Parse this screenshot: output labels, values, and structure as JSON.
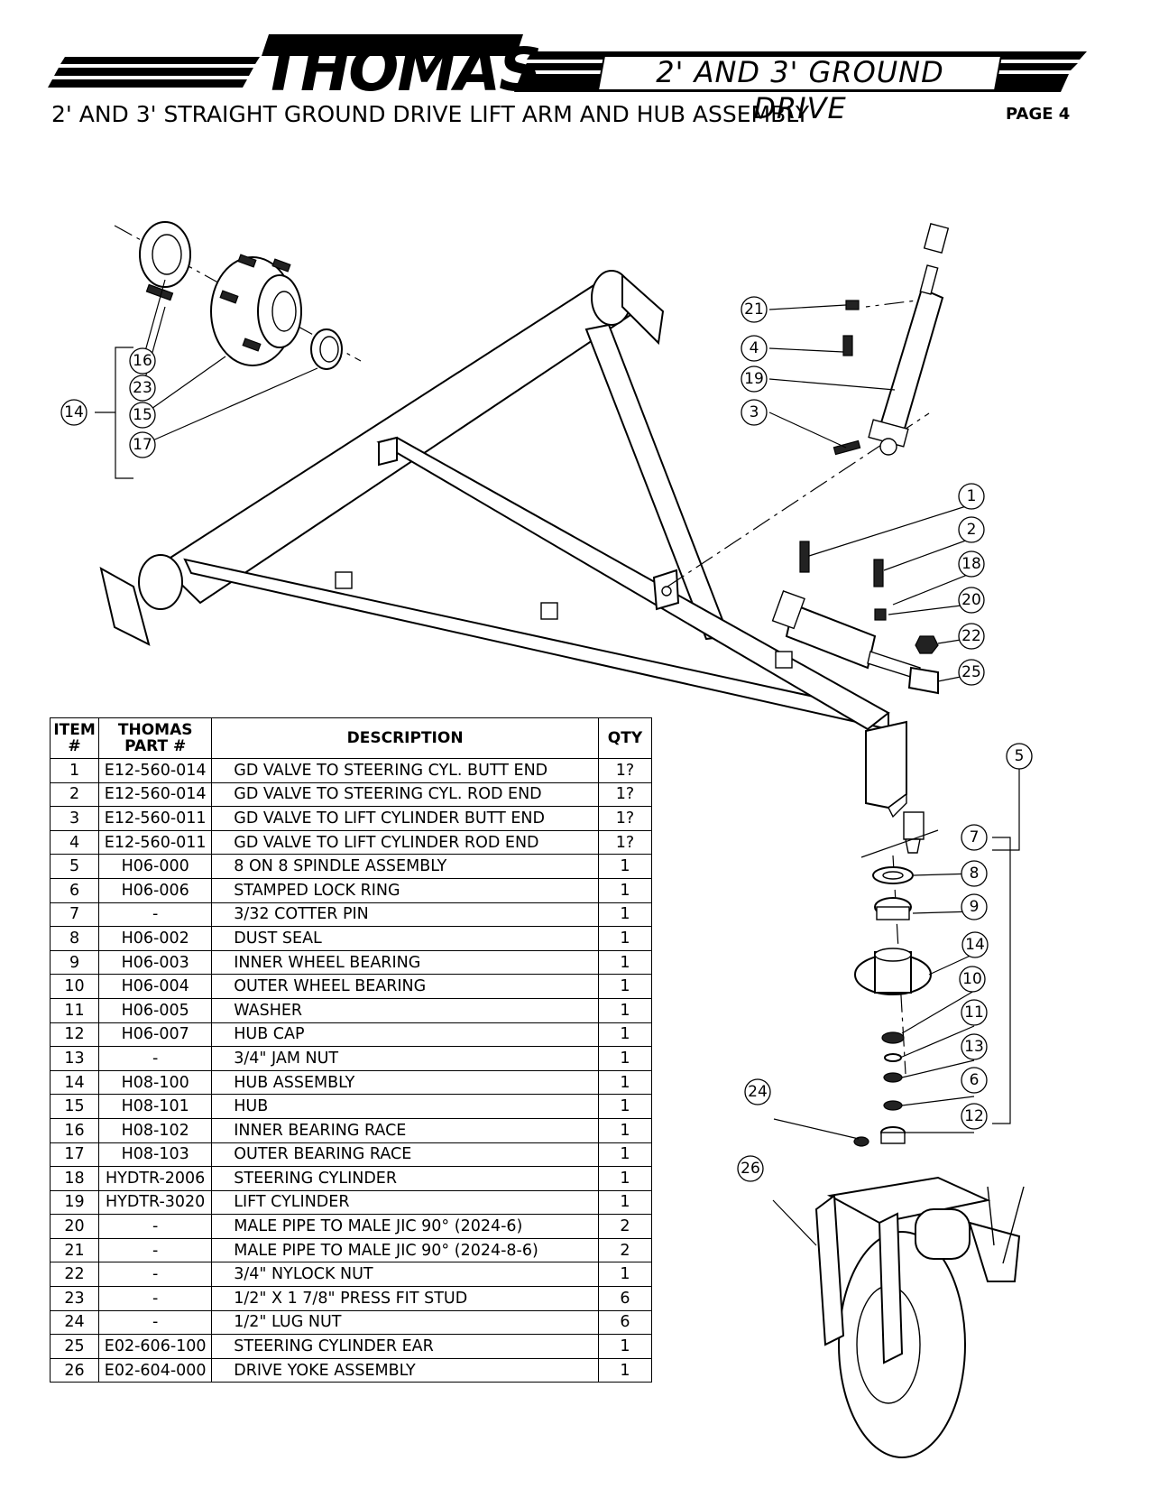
{
  "header": {
    "brand": "THOMAS",
    "doc_title": "2' AND 3' GROUND DRIVE",
    "page_title": "2' AND 3' STRAIGHT GROUND DRIVE LIFT ARM AND HUB ASSEMBLY",
    "page_number": "PAGE 4"
  },
  "table": {
    "headers": [
      "ITEM #",
      "THOMAS PART #",
      "DESCRIPTION",
      "QTY"
    ],
    "rows": [
      {
        "item": "1",
        "part": "E12-560-014",
        "desc": "GD VALVE TO STEERING CYL. BUTT END",
        "qty": "1?"
      },
      {
        "item": "2",
        "part": "E12-560-014",
        "desc": "GD VALVE TO STEERING CYL. ROD END",
        "qty": "1?"
      },
      {
        "item": "3",
        "part": "E12-560-011",
        "desc": "GD VALVE TO LIFT CYLINDER BUTT END",
        "qty": "1?"
      },
      {
        "item": "4",
        "part": "E12-560-011",
        "desc": "GD VALVE TO LIFT CYLINDER ROD END",
        "qty": "1?"
      },
      {
        "item": "5",
        "part": "H06-000",
        "desc": "8 ON 8 SPINDLE ASSEMBLY",
        "qty": "1"
      },
      {
        "item": "6",
        "part": "H06-006",
        "desc": "STAMPED LOCK RING",
        "qty": "1"
      },
      {
        "item": "7",
        "part": "-",
        "desc": "3/32 COTTER PIN",
        "qty": "1"
      },
      {
        "item": "8",
        "part": "H06-002",
        "desc": "DUST SEAL",
        "qty": "1"
      },
      {
        "item": "9",
        "part": "H06-003",
        "desc": "INNER WHEEL BEARING",
        "qty": "1"
      },
      {
        "item": "10",
        "part": "H06-004",
        "desc": "OUTER WHEEL BEARING",
        "qty": "1"
      },
      {
        "item": "11",
        "part": "H06-005",
        "desc": "WASHER",
        "qty": "1"
      },
      {
        "item": "12",
        "part": "H06-007",
        "desc": "HUB CAP",
        "qty": "1"
      },
      {
        "item": "13",
        "part": "-",
        "desc": "3/4\" JAM NUT",
        "qty": "1"
      },
      {
        "item": "14",
        "part": "H08-100",
        "desc": "HUB ASSEMBLY",
        "qty": "1"
      },
      {
        "item": "15",
        "part": "H08-101",
        "desc": "HUB",
        "qty": "1"
      },
      {
        "item": "16",
        "part": "H08-102",
        "desc": "INNER BEARING RACE",
        "qty": "1"
      },
      {
        "item": "17",
        "part": "H08-103",
        "desc": "OUTER BEARING RACE",
        "qty": "1"
      },
      {
        "item": "18",
        "part": "HYDTR-2006",
        "desc": "STEERING CYLINDER",
        "qty": "1"
      },
      {
        "item": "19",
        "part": "HYDTR-3020",
        "desc": "LIFT CYLINDER",
        "qty": "1"
      },
      {
        "item": "20",
        "part": "-",
        "desc": "MALE PIPE TO MALE JIC 90° (2024-6)",
        "qty": "2"
      },
      {
        "item": "21",
        "part": "-",
        "desc": "MALE PIPE TO MALE JIC 90° (2024-8-6)",
        "qty": "2"
      },
      {
        "item": "22",
        "part": "-",
        "desc": "3/4\" NYLOCK NUT",
        "qty": "1"
      },
      {
        "item": "23",
        "part": "-",
        "desc": "1/2\" X 1 7/8\" PRESS FIT STUD",
        "qty": "6"
      },
      {
        "item": "24",
        "part": "-",
        "desc": "1/2\" LUG NUT",
        "qty": "6"
      },
      {
        "item": "25",
        "part": "E02-606-100",
        "desc": "STEERING CYLINDER EAR",
        "qty": "1"
      },
      {
        "item": "26",
        "part": "E02-604-000",
        "desc": "DRIVE YOKE ASSEMBLY",
        "qty": "1"
      }
    ]
  },
  "callouts": [
    "1",
    "2",
    "3",
    "4",
    "5",
    "6",
    "7",
    "8",
    "9",
    "10",
    "11",
    "12",
    "13",
    "14",
    "14",
    "15",
    "16",
    "17",
    "18",
    "19",
    "20",
    "21",
    "22",
    "23",
    "24",
    "25",
    "26"
  ]
}
